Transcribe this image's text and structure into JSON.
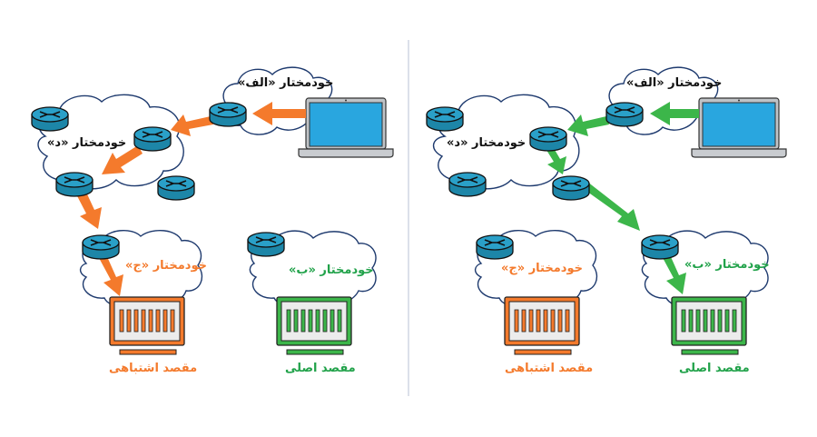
{
  "colors": {
    "orange": "#f47a2c",
    "green": "#3cb64a",
    "green_text": "#21a24a",
    "router": "#2aa0c8",
    "laptop_screen": "#29a6df",
    "cloud_stroke": "#1e3a6e",
    "divider": "#c5cbdc"
  },
  "panels": [
    {
      "id": "wrong-route",
      "path_color": "orange",
      "labels": {
        "as_a": "خودمختار «الف»",
        "as_d": "خودمختار «د»",
        "as_c": "خودمختار «ج»",
        "as_b": "خودمختار «ب»",
        "wrong_destination": "مقصد اشتباهی",
        "real_destination": "مقصد اصلی"
      }
    },
    {
      "id": "correct-route",
      "path_color": "green",
      "labels": {
        "as_a": "خودمختار «الف»",
        "as_d": "خودمختار «د»",
        "as_c": "خودمختار «ج»",
        "as_b": "خودمختار «ب»",
        "wrong_destination": "مقصد اشتباهی",
        "real_destination": "مقصد اصلی"
      }
    }
  ]
}
